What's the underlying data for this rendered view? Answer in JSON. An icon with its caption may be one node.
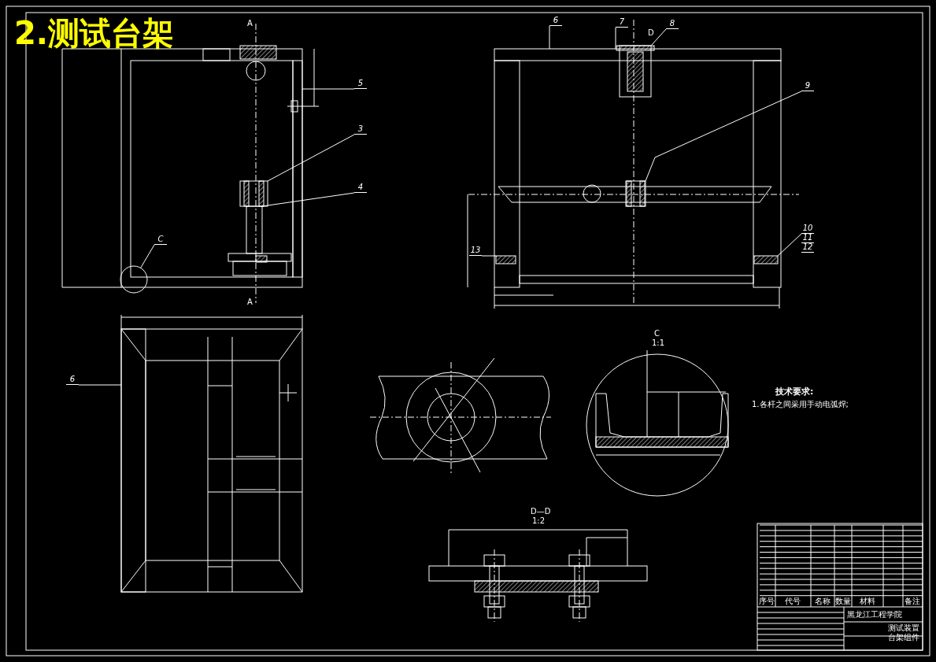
{
  "diagram": {
    "title": "2.测试台架",
    "nodes": [
      {
        "text": [
          "5"
        ]
      },
      {
        "text": [
          "3"
        ]
      },
      {
        "text": [
          "4"
        ]
      },
      {
        "text": [
          "C"
        ]
      },
      {
        "text": [
          "6"
        ]
      },
      {
        "text": [
          "7"
        ]
      },
      {
        "text": [
          "8"
        ]
      },
      {
        "text": [
          "9"
        ]
      },
      {
        "text": [
          "10"
        ]
      },
      {
        "text": [
          "11"
        ]
      },
      {
        "text": [
          "12"
        ]
      },
      {
        "text": [
          "13"
        ]
      },
      {
        "text": [
          "6"
        ]
      },
      {
        "text": [],
        "shape": "box"
      },
      {
        "text": [],
        "shape": "box"
      },
      {
        "text": [],
        "shape": "box"
      },
      {
        "text": [],
        "shape": "circle"
      },
      {
        "text": [],
        "shape": "box"
      },
      {
        "text": [],
        "shape": "box"
      },
      {
        "text": [],
        "shape": "box"
      },
      {
        "text": [],
        "shape": "box"
      },
      {
        "text": [],
        "shape": "box"
      },
      {
        "text": [],
        "shape": "box"
      }
    ],
    "edges": [
      {
        "from": 0,
        "to": 13,
        "arrow": "none"
      },
      {
        "from": 1,
        "to": 14,
        "arrow": "none"
      },
      {
        "from": 2,
        "to": 15,
        "arrow": "none"
      },
      {
        "from": 3,
        "to": 16,
        "arrow": "none"
      },
      {
        "from": 4,
        "to": 17,
        "arrow": "none"
      },
      {
        "from": 5,
        "to": 17,
        "arrow": "none"
      },
      {
        "from": 6,
        "to": 18,
        "arrow": "none"
      },
      {
        "from": 7,
        "to": 19,
        "arrow": "none"
      },
      {
        "from": 8,
        "to": 20,
        "arrow": "none"
      },
      {
        "from": 9,
        "to": 20,
        "arrow": "none"
      },
      {
        "from": 10,
        "to": 20,
        "arrow": "none"
      },
      {
        "from": 11,
        "to": 21,
        "arrow": "none"
      },
      {
        "from": 12,
        "to": 22,
        "arrow": "none"
      }
    ],
    "labels": [
      "A",
      "D",
      "A",
      "C",
      "1:1",
      "技术要求:",
      "1.各杆之间采用手动电弧焊;",
      "D—D",
      "1:2",
      "序号",
      "代号",
      "名称",
      "数量",
      "材料",
      "备注",
      "黑龙江工程学院",
      "测试装置台架组件"
    ]
  }
}
